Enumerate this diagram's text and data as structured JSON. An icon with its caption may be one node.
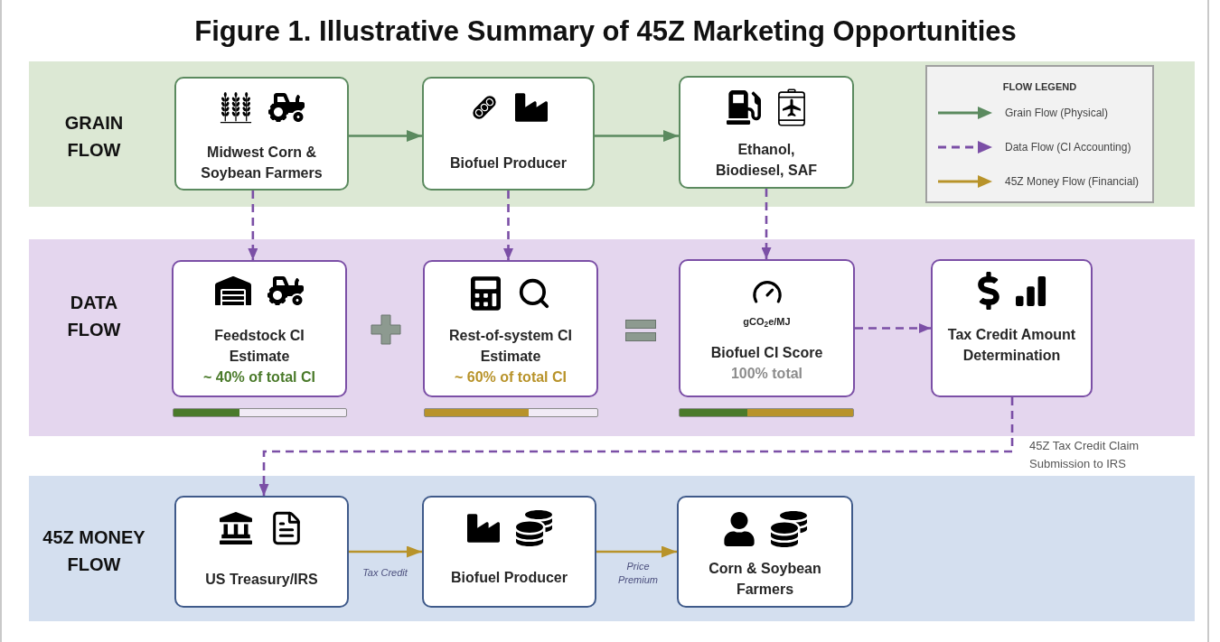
{
  "diagram": {
    "title": "Figure 1. Illustrative Summary of 45Z Marketing Opportunities",
    "nodes": [
      {
        "text": [
          "GRAIN FLOW"
        ]
      },
      {
        "text": [
          "Midwest Corn & Soybean Farmers"
        ],
        "in": 0
      },
      {
        "text": [
          "Biofuel Producer"
        ],
        "in": 0
      },
      {
        "text": [
          "Ethanol, Biodiesel, SAF"
        ],
        "in": 0
      },
      {
        "text": [
          "DATA FLOW"
        ]
      },
      {
        "text": [
          "Feedstock CI Estimate",
          "~ 40% of total CI"
        ],
        "in": 4
      },
      {
        "text": [
          "Rest-of-system CI Estimate",
          "~ 60% of total CI"
        ],
        "in": 4
      },
      {
        "text": [
          "gCO$_{2}$e/MJ",
          "Biofuel CI Score",
          "100% total"
        ],
        "in": 4
      },
      {
        "text": [
          "Tax Credit Amount Determination"
        ],
        "in": 4
      },
      {
        "text": [
          "45Z MONEY FLOW"
        ]
      },
      {
        "text": [
          "US Treasury/IRS"
        ],
        "in": 9
      },
      {
        "text": [
          "Biofuel Producer"
        ],
        "in": 9
      },
      {
        "text": [
          "Corn & Soybean Farmers"
        ],
        "in": 9
      }
    ],
    "edges": [
      {
        "from": 1,
        "to": 2,
        "arrow": "to",
        "color": "#5b8a5f"
      },
      {
        "from": 2,
        "to": 3,
        "arrow": "to",
        "color": "#5b8a5f"
      },
      {
        "from": 1,
        "to": 5,
        "arrow": "to",
        "style": "dashed"
      },
      {
        "from": 2,
        "to": 6,
        "arrow": "to",
        "style": "dashed"
      },
      {
        "from": 3,
        "to": 7,
        "arrow": "to",
        "style": "dashed"
      },
      {
        "from": 7,
        "to": 8,
        "arrow": "to",
        "style": "dashed"
      },
      {
        "from": 8,
        "to": 10,
        "arrow": "to",
        "style": "dashed",
        "label": "45Z Tax Credit Claim Submission to IRS"
      },
      {
        "from": 10,
        "to": 11,
        "arrow": "to",
        "color": "#b8932a",
        "label": "Tax Credit"
      },
      {
        "from": 11,
        "to": 12,
        "arrow": "to",
        "color": "#b8932a",
        "label": "Price Premium"
      }
    ],
    "labels": [
      "FLOW LEGEND"
    ],
    "legend": [
      {
        "text": "Grain Flow (Physical)"
      },
      {
        "text": "Data Flow (CI Accounting)"
      },
      {
        "text": "45Z Money Flow (Financial)"
      }
    ]
  }
}
